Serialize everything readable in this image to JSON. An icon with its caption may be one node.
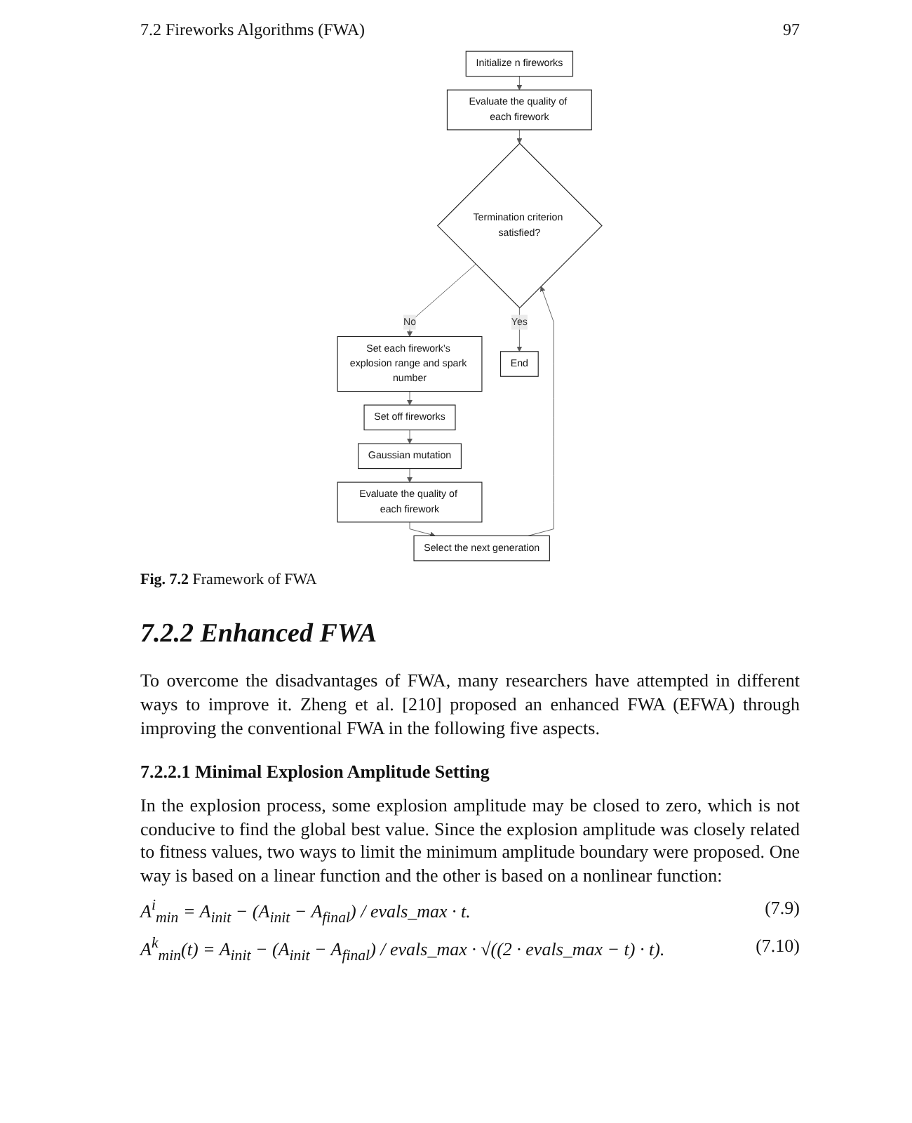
{
  "diagram": {
    "title": "7.2 Fireworks Algorithms (FWA)",
    "caption": "**Fig. 7.2** Framework of FWA",
    "nodes": [
      {
        "text": [
          "Initialize n fireworks"
        ]
      },
      {
        "text": [
          "Evaluate the quality of each firework"
        ]
      },
      {
        "text": [
          "Termination criterion satisfied?"
        ]
      },
      {
        "text": [
          "Set each firework’s explosion range and spark number"
        ]
      },
      {
        "text": [
          "Set off fireworks"
        ]
      },
      {
        "text": [
          "Gaussian mutation"
        ]
      },
      {
        "text": [
          "Evaluate the quality of each firework"
        ]
      },
      {
        "text": [
          "Select the next generation"
        ]
      },
      {
        "text": [
          "End"
        ]
      }
    ],
    "edges": [
      {
        "from": 0,
        "to": 1,
        "arrow": "to"
      },
      {
        "from": 1,
        "to": 2,
        "arrow": "to"
      },
      {
        "from": 2,
        "to": 3,
        "arrow": "to",
        "label": "No"
      },
      {
        "from": 2,
        "to": 8,
        "arrow": "to",
        "label": "Yes"
      },
      {
        "from": 3,
        "to": 4,
        "arrow": "to"
      },
      {
        "from": 4,
        "to": 5,
        "arrow": "to"
      },
      {
        "from": 5,
        "to": 6,
        "arrow": "to"
      },
      {
        "from": 6,
        "to": 7,
        "arrow": "to"
      },
      {
        "from": 7,
        "to": 2,
        "arrow": "to"
      }
    ],
    "labels": [
      "97",
      "7.2.2 Enhanced FWA",
      "To overcome the disadvantages of FWA, many researchers have attempted in different ways to improve it. Zheng et al. [210] proposed an enhanced FWA (EFWA) through improving the conventional FWA in the following five aspects.",
      "7.2.2.1 Minimal Explosion Amplitude Setting",
      "In the explosion process, some explosion amplitude may be closed to zero, which is not conducive to find the global best value. Since the explosion amplitude was closely related to fitness values, two ways to limit the minimum amplitude boundary were proposed. One way is based on a linear function and the other is based on a nonlinear function:",
      "A$^{i}$$_{min}$ = A$_{init}$ − (A$_{init}$ − A$_{final}$) / evals_max · t.",
      "(7.9)",
      "A$^{k}$$_{min}$(t) = A$_{init}$ − (A$_{init}$ − A$_{final}$) / evals_max · √((2 · evals_max − t) · t).",
      "(7.10)"
    ]
  }
}
